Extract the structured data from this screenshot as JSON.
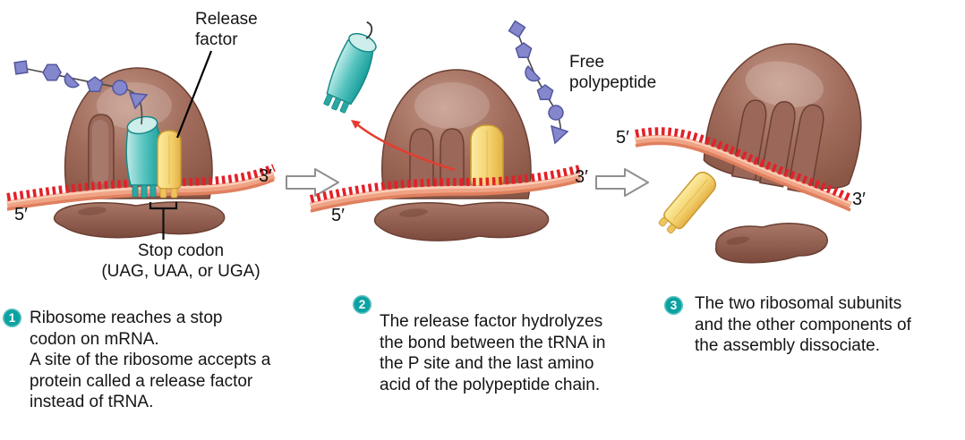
{
  "labels": {
    "release_factor": "Release\nfactor",
    "stop_codon": "Stop codon\n(UAG, UAA, or UGA)",
    "free_polypeptide": "Free\npolypeptide",
    "five_prime": "5′",
    "three_prime": "3′"
  },
  "steps": [
    {
      "number": "1",
      "text": "Ribosome reaches a stop\ncodon on mRNA.\nA site of the ribosome accepts a\nprotein called a release factor\ninstead of tRNA."
    },
    {
      "number": "2",
      "text": "The release factor hydrolyzes\nthe bond between the tRNA in\nthe P site and the last amino\nacid of the polypeptide chain."
    },
    {
      "number": "3",
      "text": "The two ribosomal subunits\nand the other components of\nthe assembly dissociate."
    }
  ],
  "colors": {
    "ribosome_brown": "#9a6455",
    "ribosome_outline": "#6b4034",
    "mrna_salmon": "#f0a384",
    "codon_red": "#e32128",
    "trna_teal": "#45b8b4",
    "release_factor_yellow": "#f2cd66",
    "polypeptide_purple": "#8487cb",
    "step_badge_teal": "#0da2a2",
    "red_arrow": "#e63c30",
    "text_black": "#151515"
  }
}
